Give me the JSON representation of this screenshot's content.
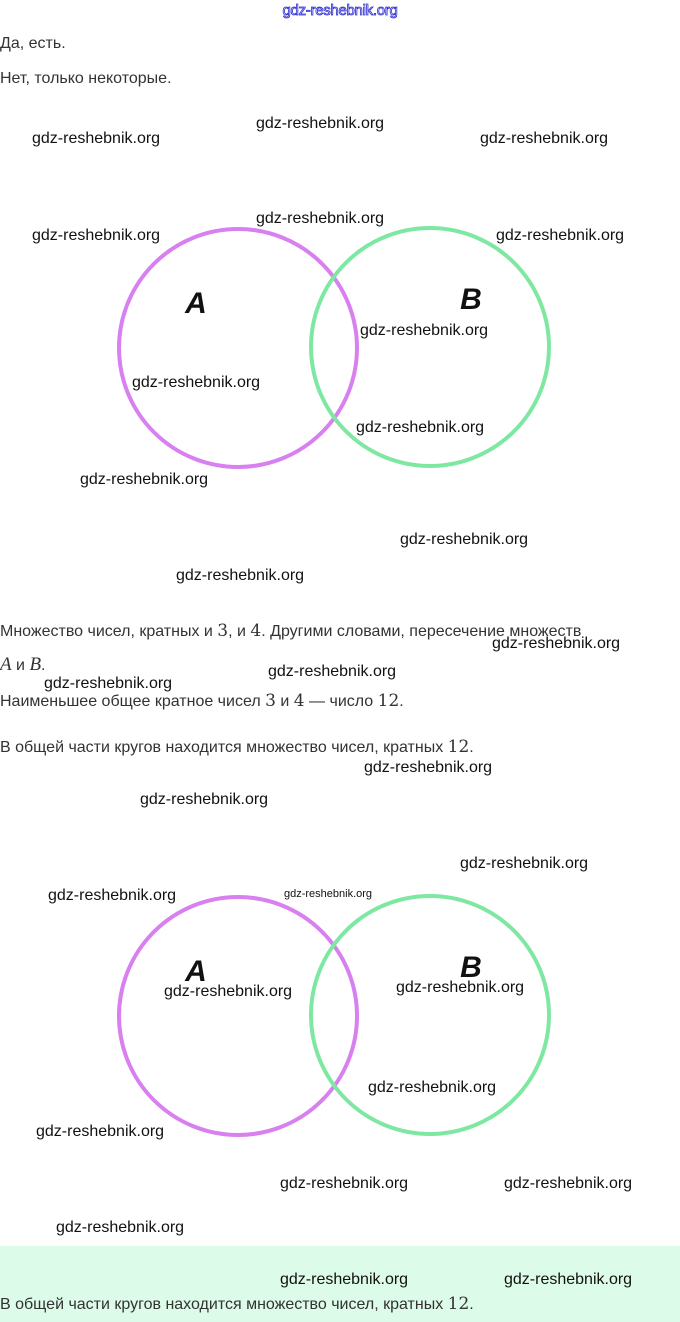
{
  "header_watermark": "gdz-reshebnik.org",
  "lines": {
    "l1": "Да, есть.",
    "l2": "Нет, только некоторые.",
    "p1a": "Множество чисел, кратных и ",
    "p1n1": "3",
    "p1b": ", и ",
    "p1n2": "4",
    "p1c": ". Другими словами, пересечение множеств",
    "p2A": "A",
    "p2and": " и ",
    "p2B": "B",
    "p2dot": ".",
    "p3a": "Наименьшее общее кратное чисел ",
    "p3n1": "3",
    "p3b": " и ",
    "p3n2": "4",
    "p3c": " — число ",
    "p3n3": "12",
    "p3d": ".",
    "p4a": "В общей части кругов находится множество чисел, кратных ",
    "p4n": "12",
    "p4d": ".",
    "answer_a": "В общей части кругов находится множество чисел, кратных ",
    "answer_n": "12",
    "answer_d": "."
  },
  "diagrams": [
    {
      "label_a": "A",
      "label_b": "B"
    },
    {
      "label_a": "A",
      "label_b": "B"
    }
  ],
  "colors": {
    "circle_a": "#d880f0",
    "circle_b": "#7ee8a2",
    "answer_bg": "#dcfbe8"
  },
  "watermarks": [
    "gdz-reshebnik.org",
    "gdz-reshebnik.org",
    "gdz-reshebnik.org",
    "gdz-reshebnik.org",
    "gdz-reshebnik.org",
    "gdz-reshebnik.org",
    "gdz-reshebnik.org",
    "gdz-reshebnik.org",
    "gdz-reshebnik.org",
    "gdz-reshebnik.org",
    "gdz-reshebnik.org",
    "gdz-reshebnik.org",
    "gdz-reshebnik.org",
    "gdz-reshebnik.org",
    "gdz-reshebnik.org",
    "gdz-reshebnik.org",
    "gdz-reshebnik.org",
    "gdz-reshebnik.org",
    "gdz-reshebnik.org",
    "gdz-reshebnik.org",
    "gdz-reshebnik.org",
    "gdz-reshebnik.org",
    "gdz-reshebnik.org",
    "gdz-reshebnik.org",
    "gdz-reshebnik.org",
    "gdz-reshebnik.org",
    "gdz-reshebnik.org",
    "gdz-reshebnik.org",
    "gdz-reshebnik.org"
  ]
}
